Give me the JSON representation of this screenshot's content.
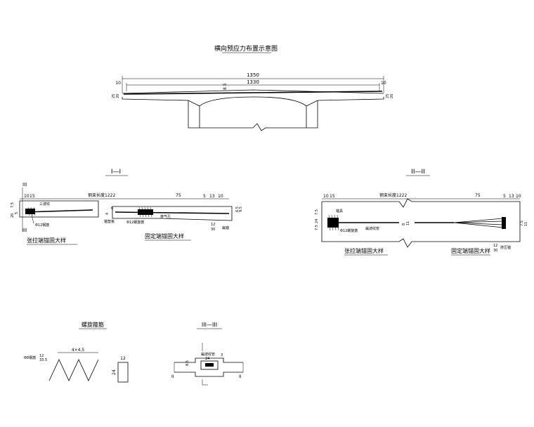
{
  "main": {
    "title": "横向预应力布置示意图",
    "dims": {
      "total": "1350",
      "inner": "1330",
      "edge_left": "10",
      "edge_right": "10",
      "mid": "8.5",
      "left_a": "25",
      "left_b": "20",
      "right_a": "25",
      "right_b": "20"
    }
  },
  "section1": {
    "title": "I—I",
    "marker_top": "III",
    "marker_bottom": "III",
    "dims_top": {
      "a": "10",
      "b": "15",
      "length": "钢束长度1222",
      "c": "75",
      "d": "5",
      "e": "13",
      "f": "10"
    },
    "dims_left": [
      "20",
      "7.5",
      "5"
    ],
    "dims_mid": [
      "4",
      "6"
    ],
    "dims_right": [
      "6.5",
      "9.5"
    ],
    "label_spiral": "三波纹",
    "label_rebar": "Φ12钢筋",
    "label_anchor_plate": "锚垫板",
    "label_rebar2": "Φ12螺旋筋",
    "label_exhaust": "排气孔",
    "label_rib": "扁锚",
    "dim_bottom": [
      "12",
      "30"
    ],
    "caption_left": "张拉端锚固大样",
    "caption_right": "固定端锚固大样"
  },
  "section2": {
    "title": "II—II",
    "dims_top": {
      "a": "10",
      "b": "15",
      "length": "钢束长度1222",
      "c": "75",
      "d": "5",
      "e": "13",
      "f": "10"
    },
    "dims_left": [
      "7.5",
      "24",
      "7.5"
    ],
    "dims_mid": [
      "8",
      "11"
    ],
    "dims_right": [
      "7.5",
      "11"
    ],
    "label_anchor": "锚具",
    "label_rebar": "Φ12螺旋筋",
    "label_duct": "扁波纹管",
    "dim_bottom": [
      "12",
      "30"
    ],
    "label_tail": "挤压锚",
    "caption_left": "张拉端锚固大样",
    "caption_right": "固定端锚固大样"
  },
  "spiral": {
    "title": "螺旋箍筋",
    "pitch": "4×4.5",
    "dims": [
      "12",
      "33.5"
    ],
    "label": "Φ8钢筋",
    "rect_w": "12",
    "rect_h": "24"
  },
  "section3": {
    "title": "III—III",
    "label": "扁波纹管",
    "dims": [
      "24",
      "3",
      "8.5"
    ],
    "marker_left": "II",
    "marker_right": "II"
  }
}
